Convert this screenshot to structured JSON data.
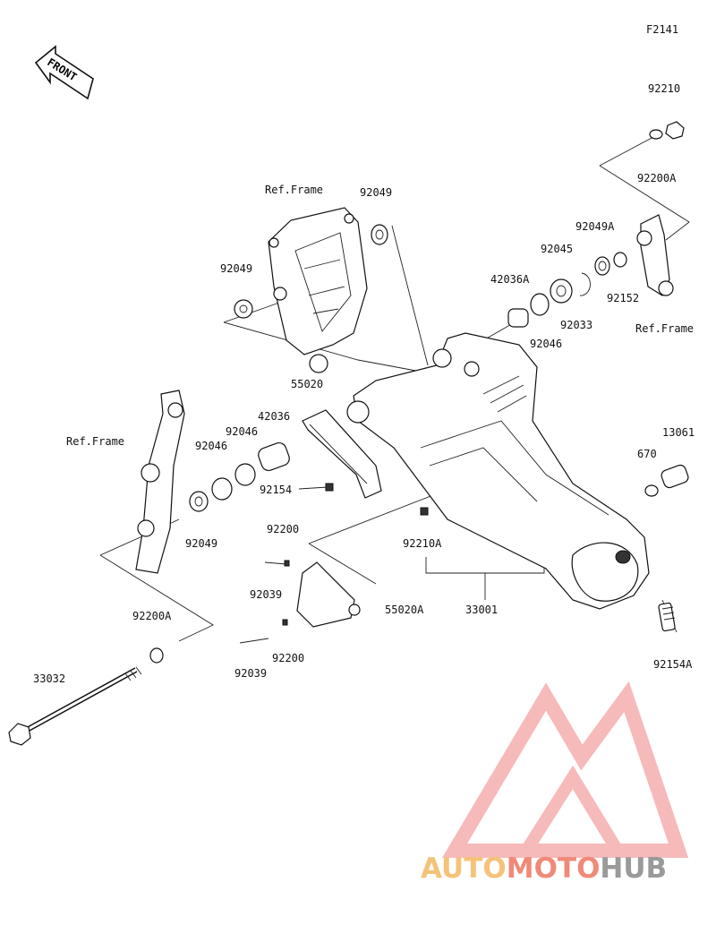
{
  "figure_code": "F2141",
  "front_marker": "FRONT",
  "callouts": [
    {
      "id": "92210-top",
      "text": "92210"
    },
    {
      "id": "92200A-top",
      "text": "92200A"
    },
    {
      "id": "ref-frame-top",
      "text": "Ref.Frame"
    },
    {
      "id": "92049-top",
      "text": "92049"
    },
    {
      "id": "92049A",
      "text": "92049A"
    },
    {
      "id": "92045",
      "text": "92045"
    },
    {
      "id": "42036A",
      "text": "42036A"
    },
    {
      "id": "92049-left",
      "text": "92049"
    },
    {
      "id": "92152",
      "text": "92152"
    },
    {
      "id": "92033",
      "text": "92033"
    },
    {
      "id": "ref-frame-right",
      "text": "Ref.Frame"
    },
    {
      "id": "92046-right",
      "text": "92046"
    },
    {
      "id": "55020",
      "text": "55020"
    },
    {
      "id": "42036",
      "text": "42036"
    },
    {
      "id": "92046-a",
      "text": "92046"
    },
    {
      "id": "92046-b",
      "text": "92046"
    },
    {
      "id": "ref-frame-left",
      "text": "Ref.Frame"
    },
    {
      "id": "13061",
      "text": "13061"
    },
    {
      "id": "670",
      "text": "670"
    },
    {
      "id": "92154",
      "text": "92154"
    },
    {
      "id": "92049-bottom",
      "text": "92049"
    },
    {
      "id": "92200-top",
      "text": "92200"
    },
    {
      "id": "92210A",
      "text": "92210A"
    },
    {
      "id": "92039-top",
      "text": "92039"
    },
    {
      "id": "55020A",
      "text": "55020A"
    },
    {
      "id": "33001",
      "text": "33001"
    },
    {
      "id": "92200A-bottom",
      "text": "92200A"
    },
    {
      "id": "33032",
      "text": "33032"
    },
    {
      "id": "92200-bottom",
      "text": "92200"
    },
    {
      "id": "92039-bottom",
      "text": "92039"
    },
    {
      "id": "92154A",
      "text": "92154A"
    }
  ],
  "watermark": {
    "parts": [
      {
        "text": "AUTO",
        "color": "#f5c27a"
      },
      {
        "text": "MOTO",
        "color": "#f08a78"
      },
      {
        "text": "HUB",
        "color": "#9a9a9a"
      }
    ],
    "logo_color": "#f4a3a3"
  }
}
